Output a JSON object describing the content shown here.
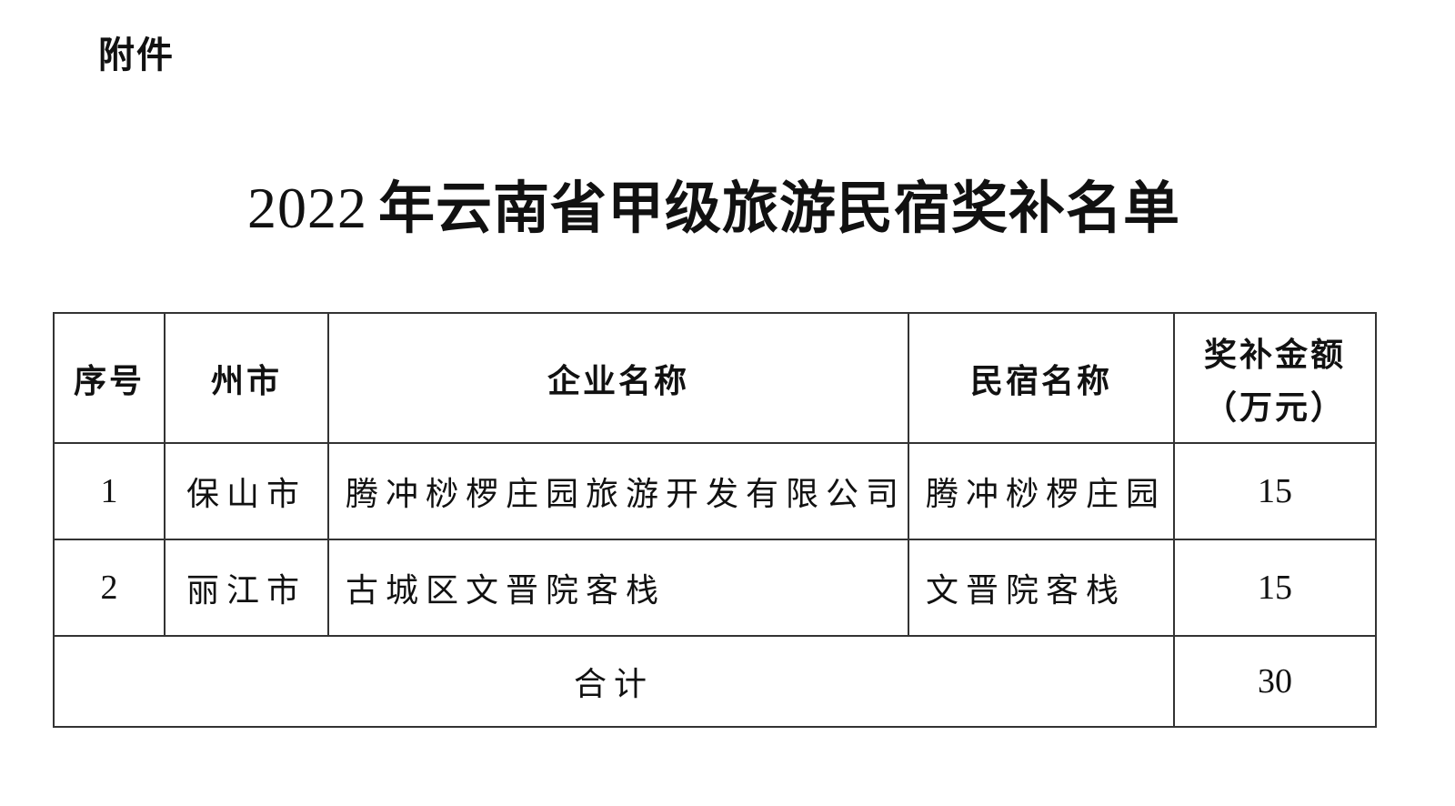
{
  "header": {
    "attachment_label": "附件"
  },
  "title": {
    "year": "2022",
    "text": "年云南省甲级旅游民宿奖补名单"
  },
  "table": {
    "columns": {
      "index": "序号",
      "city": "州市",
      "company": "企业名称",
      "homestay": "民宿名称",
      "amount_line1": "奖补金额",
      "amount_line2": "（万元）"
    },
    "rows": [
      {
        "index": "1",
        "city": "保山市",
        "company": "腾冲桫椤庄园旅游开发有限公司",
        "homestay": "腾冲桫椤庄园",
        "amount": "15"
      },
      {
        "index": "2",
        "city": "丽江市",
        "company": "古城区文晋院客栈",
        "homestay": "文晋院客栈",
        "amount": "15"
      }
    ],
    "total": {
      "label": "合计",
      "amount": "30"
    }
  }
}
